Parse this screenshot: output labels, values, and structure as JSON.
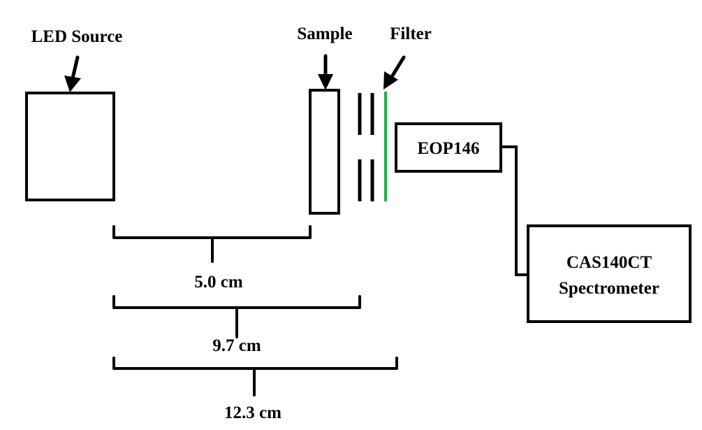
{
  "labels": {
    "led_source": "LED Source",
    "sample": "Sample",
    "filter": "Filter",
    "detector": "EOP146",
    "spectrometer_line1": "CAS140CT",
    "spectrometer_line2": "Spectrometer"
  },
  "distances": [
    {
      "label": "5.0 cm"
    },
    {
      "label": "9.7 cm"
    },
    {
      "label": "12.3 cm"
    }
  ],
  "colors": {
    "filter": "#20b04a",
    "stroke": "#000000"
  }
}
